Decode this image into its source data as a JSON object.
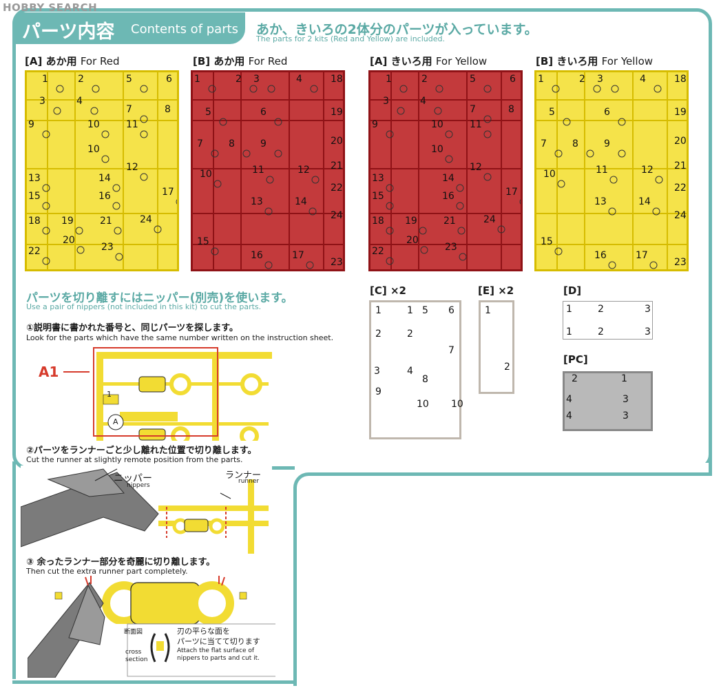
{
  "watermark": "HOBBY SEARCH",
  "header": {
    "title_jp": "パーツ内容",
    "title_en": "Contents of parts",
    "note_jp": "あか、きいろの2体分のパーツが入っています。",
    "note_en": "The parts for 2 kits (Red and Yellow) are included."
  },
  "sheets": [
    {
      "label_code": "[A]",
      "label_jp": "あか用",
      "label_en": "For Red",
      "color": "#f5e34a"
    },
    {
      "label_code": "[B]",
      "label_jp": "あか用",
      "label_en": "For Red",
      "color": "#c33a3c"
    },
    {
      "label_code": "[A]",
      "label_jp": "きいろ用",
      "label_en": "For Yellow",
      "color": "#c33a3c"
    },
    {
      "label_code": "[B]",
      "label_jp": "きいろ用",
      "label_en": "For Yellow",
      "color": "#f5e34a"
    }
  ],
  "sheet_a_numbers": [
    "1",
    "2",
    "3",
    "4",
    "5",
    "6",
    "7",
    "8",
    "9",
    "10",
    "10",
    "11",
    "12",
    "13",
    "14",
    "15",
    "16",
    "17",
    "18",
    "19",
    "20",
    "21",
    "22",
    "23",
    "24"
  ],
  "sheet_b_numbers": [
    "1",
    "2",
    "3",
    "4",
    "5",
    "6",
    "7",
    "8",
    "9",
    "10",
    "11",
    "12",
    "13",
    "14",
    "15",
    "16",
    "17",
    "18",
    "19",
    "20",
    "21",
    "22",
    "23",
    "24"
  ],
  "small_sheets": {
    "c": {
      "label": "[C]",
      "qty": "×2",
      "numbers": [
        "1",
        "1",
        "2",
        "2",
        "3",
        "4",
        "5",
        "6",
        "7",
        "8",
        "9",
        "10",
        "10"
      ],
      "color": "#bfb7ad"
    },
    "e": {
      "label": "[E]",
      "qty": "×2",
      "numbers": [
        "1",
        "2"
      ]
    },
    "d": {
      "label": "[D]",
      "numbers": [
        "1",
        "1",
        "2",
        "2",
        "3",
        "3"
      ]
    },
    "pc": {
      "label": "[PC]",
      "numbers": [
        "2",
        "1",
        "4",
        "3",
        "4",
        "3"
      ],
      "color": "#888888"
    }
  },
  "instructions": {
    "heading_jp": "パーツを切り離すにはニッパー(別売)を使います。",
    "heading_en": "Use a pair of nippers (not included in this kit) to cut the parts.",
    "step1_jp": "①説明書に書かれた番号と、同じパーツを探します。",
    "step1_en": "Look for the parts which have the same number written on the instruction sheet.",
    "a1_label": "A1",
    "a1_num": "1",
    "a1_circle": "A",
    "step2_jp": "②パーツをランナーごと少し離れた位置で切り離します。",
    "step2_en": "Cut the runner at slightly remote position from the parts.",
    "nippers_jp": "ニッパー",
    "nippers_en": "nippers",
    "runner_jp": "ランナー",
    "runner_en": "runner",
    "step3_jp": "③ 余ったランナー部分を奇麗に切り離します。",
    "step3_en": "Then cut the extra runner part completely.",
    "cross_jp": "断面図",
    "cross_en1": "cross",
    "cross_en2": "section",
    "tip_jp1": "刃の平らな面を",
    "tip_jp2": "パーツに当てて切ります",
    "tip_en1": "Attach the flat surface of",
    "tip_en2": "nippers to parts and cut it."
  }
}
